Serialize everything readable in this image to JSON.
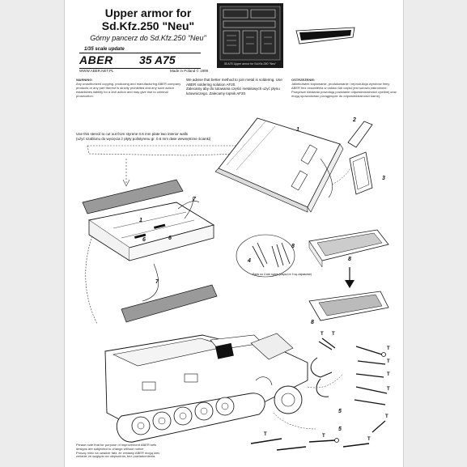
{
  "header": {
    "title_line1": "Upper armor for",
    "title_line2": "Sd.Kfz.250 \"Neu\"",
    "title_polish": "Górny pancerz do Sd.Kfz.250 \"Neu\"",
    "scale": "1/35 scale update",
    "brand": "ABER",
    "catalog_number": "35 A75",
    "website": "WWW.ABER.NET.PL",
    "made_in": "Made in Poland © 1999"
  },
  "warnings": {
    "english_heading": "WARNING:",
    "english_text": "Any unauthorized copying, producing and manufacturing ABER company products or any part thereof is strictly prohibited and any such action establishes liability for a civil action and may give rise to criminal prosecution.",
    "polish_heading": "OSTRZEŻENIE:",
    "polish_text": "Jakiekolwiek kopiowanie, produkowanie i reprodukcja wyrobów firmy ABER bez zezwolenia w całości lub części jest surowo zabronione. Powyższe działania powodują powstanie odpowiedzialności cywilnej oraz mogą spowodować pociągnięcie do odpowiedzialności karnej."
  },
  "advice": {
    "english": "We advise that better method to join metal is soldering. Use ABER soldering solution AF20.",
    "polish": "Zalecamy aby do lutowania części metalowych użyć płynu lutowniczego. Zalecamy topnik AF20."
  },
  "stencil_note": {
    "english": "Use this stencil to cut out from styrene 0.6 mm plate two interior walls",
    "polish": "(użyć szablonu do wycięcia z płyty polistyrenu gr. 0.6 mm dwie wewnętrzne ścianki)"
  },
  "photo_etch_caption": "35 A75 Upper armor for Sd.Kfz.250 \"Neu\"",
  "parts_note": "Parts no 4 are spare (części nr 4 są zapasowe)",
  "part_numbers": {
    "p1a": "1",
    "p1b": "1",
    "p2": "2",
    "p3": "3",
    "p4": "4",
    "p5a": "5",
    "p5b": "5",
    "p6a": "6",
    "p6b": "6",
    "p7a": "7",
    "p7b": "7",
    "p8a": "8",
    "p8b": "8",
    "p8c": "8"
  },
  "tool_marks": [
    "T",
    "T",
    "T",
    "T",
    "T",
    "T",
    "T",
    "T",
    "T",
    "T"
  ],
  "footer": {
    "line1": "Please note that for purpose of improvement ABER sets",
    "line2": "designs are subjected to change without notice.",
    "line3": "Proszę mieć na uwadze fakt, że zestawy ABER mogą ulec",
    "line4": "zmianie ze względu na ulepszenia, bez powiadomienia."
  },
  "colors": {
    "ink": "#111111",
    "paper": "#ffffff",
    "gray_part": "#9a9a9a",
    "etch_plate": "#1a1a1a"
  }
}
